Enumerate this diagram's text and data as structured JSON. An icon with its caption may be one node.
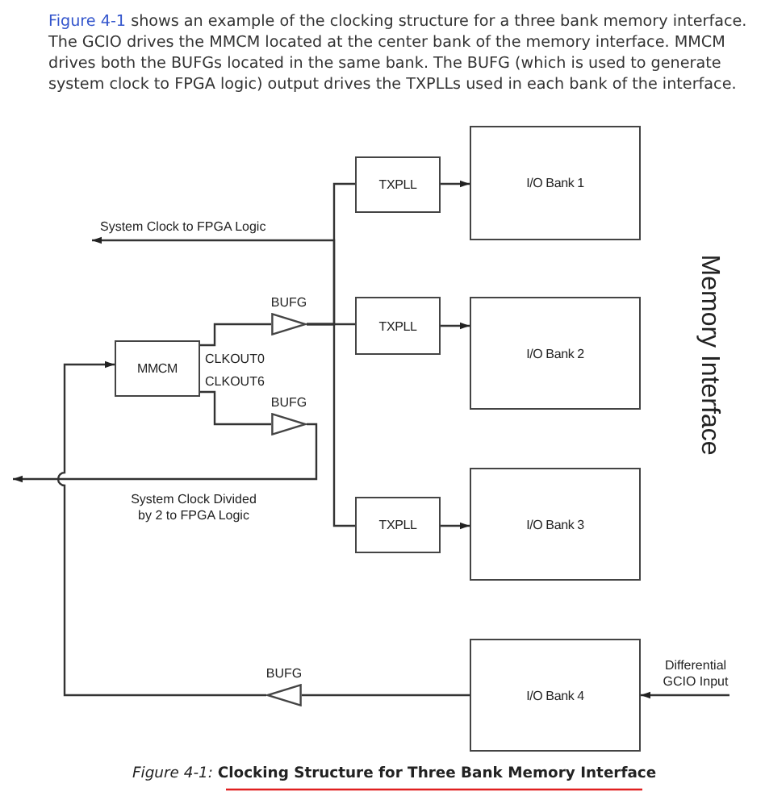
{
  "diagram": {
    "caption": "*Figure 4-1:* **Clocking Structure for Three Bank Memory Interface**",
    "nodes": [
      {
        "text": [
          "TXPLL"
        ]
      },
      {
        "text": [
          "I/O Bank 1"
        ]
      },
      {
        "text": [
          "TXPLL"
        ]
      },
      {
        "text": [
          "I/O Bank 2"
        ]
      },
      {
        "text": [
          "TXPLL"
        ]
      },
      {
        "text": [
          "I/O Bank 3"
        ]
      },
      {
        "text": [
          "MMCM"
        ]
      },
      {
        "text": [
          "BUFG"
        ]
      },
      {
        "text": [
          "BUFG"
        ]
      },
      {
        "text": [
          "BUFG"
        ]
      },
      {
        "text": [
          "I/O Bank 4"
        ]
      }
    ],
    "edges": [
      {
        "from": 6,
        "to": 7,
        "arrow": "none",
        "label": "CLKOUT0"
      },
      {
        "from": 6,
        "to": 8,
        "arrow": "none",
        "label": "CLKOUT6"
      },
      {
        "from": 7,
        "to": 0,
        "arrow": "none"
      },
      {
        "from": 7,
        "to": 2,
        "arrow": "none"
      },
      {
        "from": 7,
        "to": 4,
        "arrow": "none"
      },
      {
        "from": 7,
        "to": null,
        "arrow": "to",
        "label": "System Clock to FPGA Logic"
      },
      {
        "from": 8,
        "to": null,
        "arrow": "to",
        "label": "System Clock Divided by 2 to FPGA Logic"
      },
      {
        "from": 0,
        "to": 1,
        "arrow": "to"
      },
      {
        "from": 2,
        "to": 3,
        "arrow": "to"
      },
      {
        "from": 4,
        "to": 5,
        "arrow": "to"
      },
      {
        "from": 10,
        "to": 9,
        "arrow": "none"
      },
      {
        "from": 9,
        "to": 6,
        "arrow": "to"
      },
      {
        "from": null,
        "to": 10,
        "arrow": "to",
        "label": "Differential GCIO Input"
      }
    ],
    "labels": [
      "Figure 4-1",
      "shows an example of the clocking structure for a three bank memory interface. The GCIO drives the MMCM located at the center bank of the memory interface. MMCM drives both the BUFGs located in the same bank. The BUFG (which is used to generate system clock to FPGA logic) output drives the TXPLLs used in each bank of the interface.",
      "Memory Interface"
    ]
  }
}
